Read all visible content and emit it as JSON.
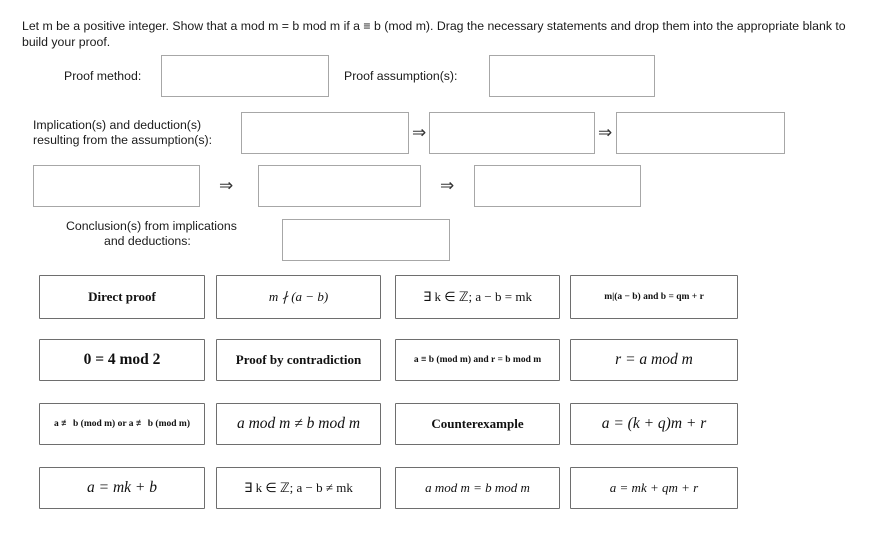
{
  "prompt": {
    "line1": "Let m be a positive integer. Show that a mod m = b mod m if a ≡ b (mod m). Drag the necessary statements and drop them into the appropriate blank",
    "line2": "to build your proof."
  },
  "labels": {
    "proof_method": "Proof method:",
    "proof_assumptions": "Proof assumption(s):",
    "implications_line1": "Implication(s) and deduction(s)",
    "implications_line2": "resulting from the assumption(s):",
    "conclusions_line1": "Conclusion(s) from implications",
    "conclusions_line2": "and deductions:"
  },
  "arrows": {
    "a1": "⇒",
    "a2": "⇒",
    "a3": "⇒",
    "a4": "⇒"
  },
  "blanks": [
    {
      "name": "proof-method-blank",
      "value": ""
    },
    {
      "name": "proof-assumption-blank",
      "value": ""
    },
    {
      "name": "implication-blank-1",
      "value": ""
    },
    {
      "name": "implication-blank-2",
      "value": ""
    },
    {
      "name": "implication-blank-3",
      "value": ""
    },
    {
      "name": "implication-blank-4",
      "value": ""
    },
    {
      "name": "implication-blank-5",
      "value": ""
    },
    {
      "name": "implication-blank-6",
      "value": ""
    },
    {
      "name": "conclusion-blank",
      "value": ""
    }
  ],
  "tiles": [
    {
      "id": "direct-proof",
      "text": "Direct proof"
    },
    {
      "id": "m-not-divides-a-minus-b",
      "text": "m ∤ (a − b)"
    },
    {
      "id": "exists-k-a-minus-b-eq-mk",
      "text": "∃ k ∈ ℤ; a − b = mk"
    },
    {
      "id": "m-divides-and-b-eq-qm-r",
      "text": "m|(a − b) and b = qm + r"
    },
    {
      "id": "zero-eq-4-mod-2",
      "text": "0 = 4 mod 2"
    },
    {
      "id": "proof-by-contradiction",
      "text": "Proof by contradiction"
    },
    {
      "id": "a-equiv-b-and-r-eq-b",
      "text": "a ≡ b (mod m) and r = b mod m"
    },
    {
      "id": "r-eq-a-mod-m",
      "text": "r = a mod m"
    },
    {
      "id": "a-notequiv-b-or",
      "text": "a ≢ b (mod m) or a ≢ b (mod m)"
    },
    {
      "id": "a-mod-m-neq-b-mod-m",
      "text": "a mod m ≠ b mod m"
    },
    {
      "id": "counterexample",
      "text": "Counterexample"
    },
    {
      "id": "a-eq-k-plus-q-m-plus-r",
      "text": "a = (k + q)m + r"
    },
    {
      "id": "a-eq-mk-plus-b",
      "text": "a = mk + b"
    },
    {
      "id": "exists-k-a-minus-b-neq",
      "text": "∃ k ∈ ℤ; a − b ≠ mk"
    },
    {
      "id": "a-mod-m-eq-b-mod-m",
      "text": "a mod m = b mod m"
    },
    {
      "id": "a-eq-mk-plus-qm-plus-r",
      "text": "a = mk + qm + r"
    }
  ]
}
